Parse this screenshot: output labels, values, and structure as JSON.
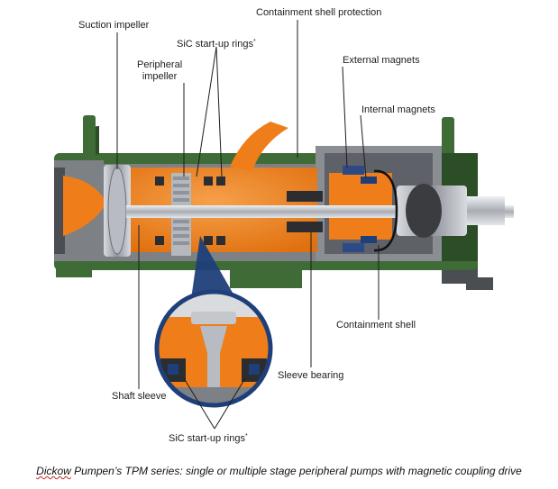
{
  "labels": {
    "suction_impeller": "Suction impeller",
    "sic_rings_top": "SiC start-up rings",
    "sic_rings_top_mark": "*",
    "peripheral_impeller_line1": "Peripheral",
    "peripheral_impeller_line2": "impeller",
    "containment_shell_protection": "Containment shell protection",
    "external_magnets": "External magnets",
    "internal_magnets": "Internal magnets",
    "containment_shell": "Containment shell",
    "sleeve_bearing": "Sleeve bearing",
    "shaft_sleeve": "Shaft sleeve",
    "sic_rings_bottom": "SiC start-up rings",
    "sic_rings_bottom_mark": "*"
  },
  "caption": {
    "brand": "Dickow",
    "rest": " Pumpen’s TPM series: single or multiple stage peripheral pumps with magnetic coupling drive"
  },
  "colors": {
    "orange": "#ef7d1a",
    "dark_orange": "#c9620c",
    "green": "#3f6b36",
    "dark_green": "#2c4e27",
    "grey": "#7d8085",
    "dark_grey": "#4a4d52",
    "steel": "#c9cdd2",
    "navy": "#1f3f7a"
  }
}
